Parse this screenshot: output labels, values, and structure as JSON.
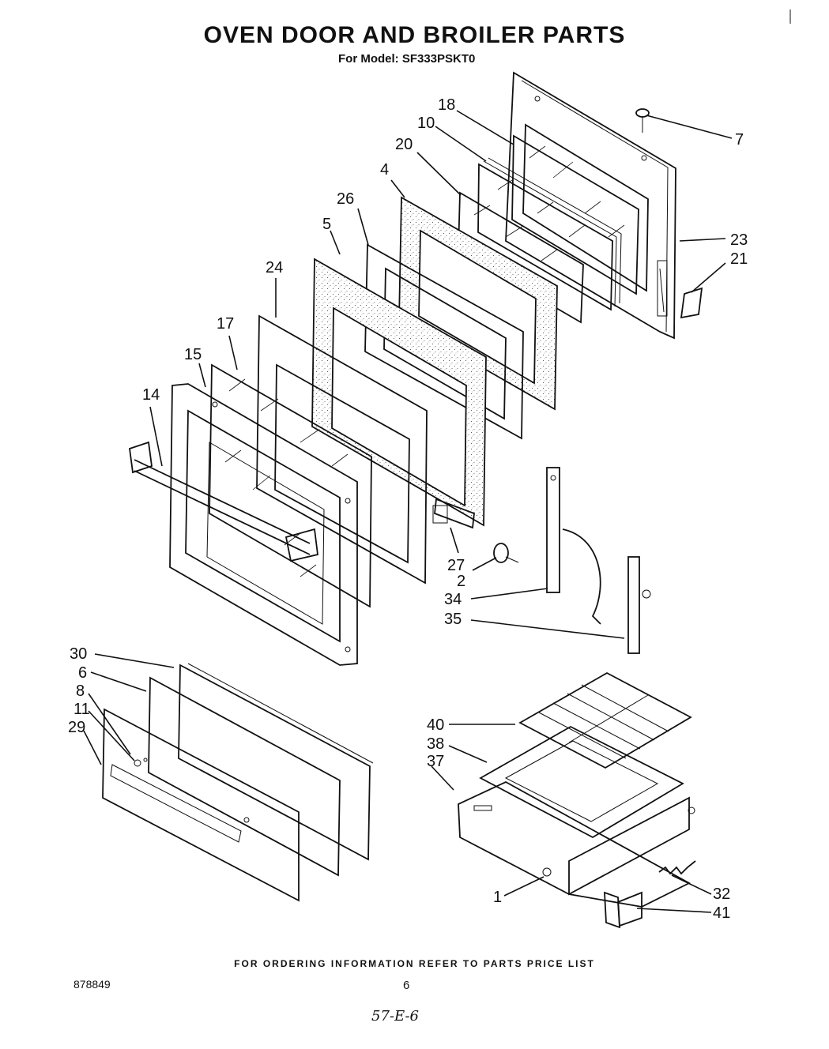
{
  "header": {
    "title": "OVEN DOOR AND BROILER PARTS",
    "subtitle": "For Model: SF333PSKT0"
  },
  "footer": {
    "ordering_note": "FOR ORDERING INFORMATION REFER TO PARTS PRICE LIST",
    "document_number": "878849",
    "page_number": "6",
    "handwritten_code": "57-E-6"
  },
  "callouts": {
    "c7": "7",
    "c18": "18",
    "c10": "10",
    "c20": "20",
    "c4": "4",
    "c26": "26",
    "c5": "5",
    "c24": "24",
    "c17": "17",
    "c15": "15",
    "c14": "14",
    "c23": "23",
    "c21": "21",
    "c27": "27",
    "c2": "2",
    "c34": "34",
    "c35": "35",
    "c30": "30",
    "c6": "6",
    "c8": "8",
    "c11": "11",
    "c29": "29",
    "c40": "40",
    "c38": "38",
    "c37": "37",
    "c1": "1",
    "c32": "32",
    "c41": "41"
  }
}
